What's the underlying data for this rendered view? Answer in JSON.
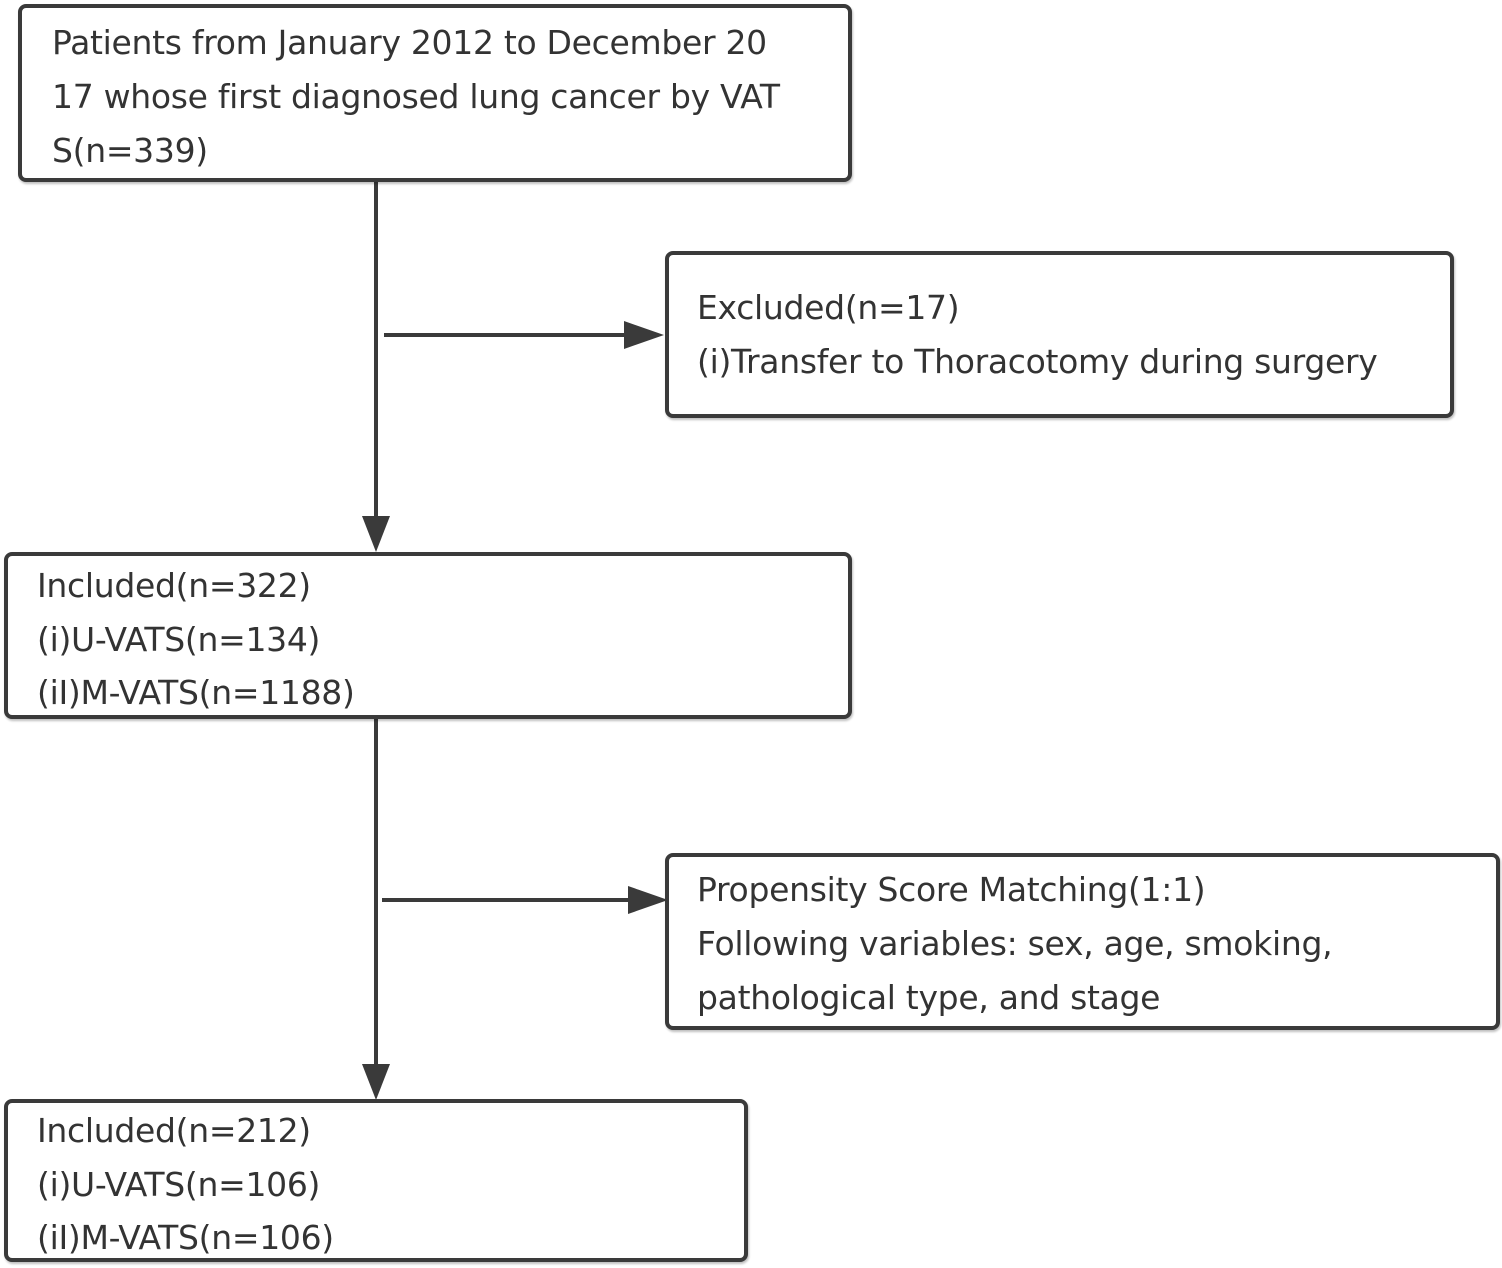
{
  "colors": {
    "stroke": "#3a3a3a",
    "text": "#333333",
    "background": "#ffffff"
  },
  "boxes": {
    "initial": {
      "lines": [
        "Patients from January 2012 to December 20",
        "17 whose first diagnosed lung cancer by VAT",
        "S(n=339)"
      ]
    },
    "excluded": {
      "lines": [
        "Excluded(n=17)",
        "(i)Transfer to Thoracotomy during surgery"
      ]
    },
    "included_1": {
      "lines": [
        "Included(n=322)",
        "(i)U-VATS(n=134)",
        "(iI)M-VATS(n=1188)"
      ]
    },
    "psm": {
      "lines": [
        "Propensity Score Matching(1:1)",
        "Following variables: sex, age, smoking,",
        "pathological type, and stage"
      ]
    },
    "included_2": {
      "lines": [
        "Included(n=212)",
        "(i)U-VATS(n=106)",
        "(iI)M-VATS(n=106)"
      ]
    }
  }
}
